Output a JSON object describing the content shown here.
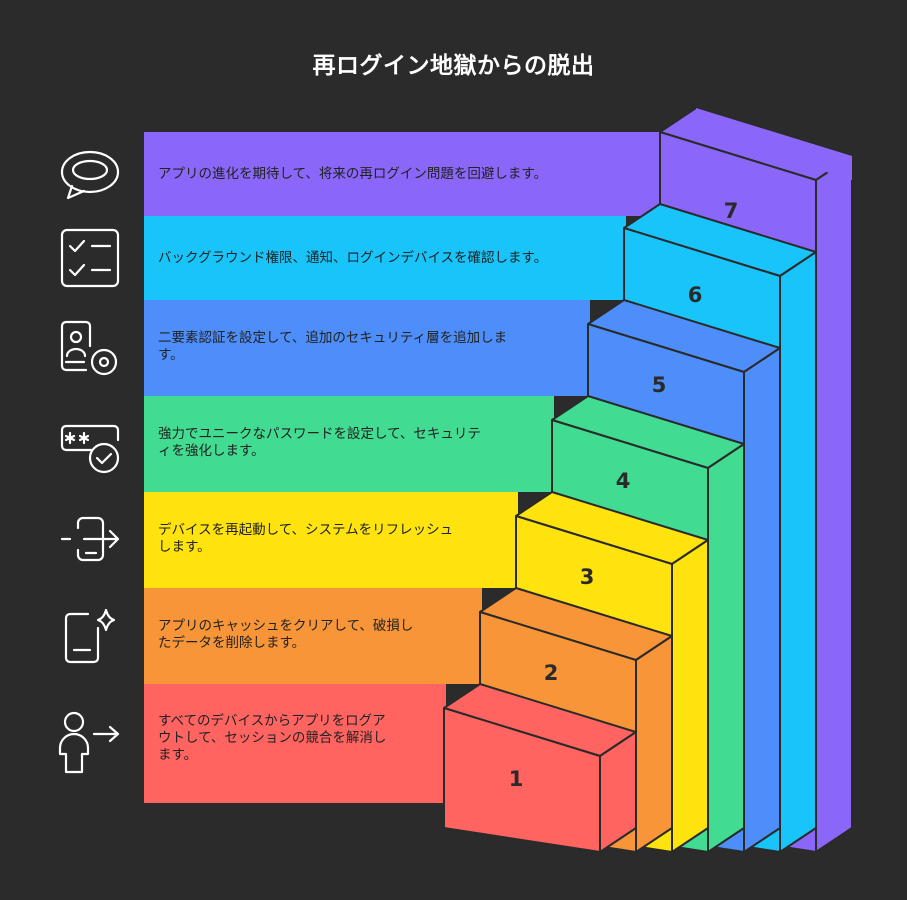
{
  "title": "再ログイン地獄からの脱出",
  "steps": [
    {
      "number": "1",
      "color": "#FF6461",
      "lines": [
        "すべてのデバイスからアプリをログア",
        "ウトして、セッションの競合を解消し",
        "ます。"
      ],
      "icon": "person-logout-icon"
    },
    {
      "number": "2",
      "color": "#F79538",
      "lines": [
        "アプリのキャッシュをクリアして、破損し",
        "たデータを削除します。"
      ],
      "icon": "phone-sparkle-icon"
    },
    {
      "number": "3",
      "color": "#FFE30E",
      "lines": [
        "デバイスを再起動して、システムをリフレッシュ",
        "します。"
      ],
      "icon": "device-exit-icon"
    },
    {
      "number": "4",
      "color": "#41DB91",
      "lines": [
        "強力でユニークなパスワードを設定して、セキュリテ",
        "ィを強化します。"
      ],
      "icon": "password-check-icon"
    },
    {
      "number": "5",
      "color": "#4E8EFA",
      "lines": [
        "二要素認証を設定して、追加のセキュリティ層を追加しま",
        "す。"
      ],
      "icon": "id-badge-icon"
    },
    {
      "number": "6",
      "color": "#18C4FA",
      "lines": [
        "バックグラウンド権限、通知、ログインデバイスを確認します。"
      ],
      "icon": "checklist-icon"
    },
    {
      "number": "7",
      "color": "#8A67F9",
      "lines": [
        "アプリの進化を期待して、将来の再ログイン問題を回避します。"
      ],
      "icon": "speech-bubble-icon"
    }
  ]
}
